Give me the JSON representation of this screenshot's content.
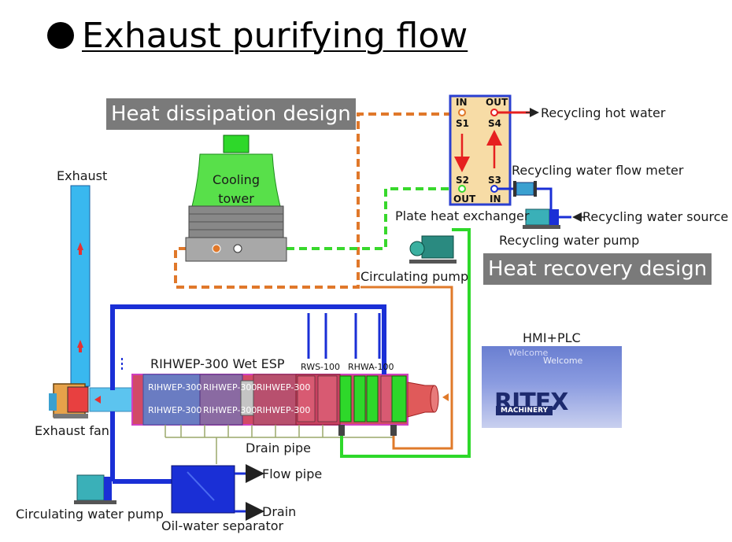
{
  "title": "Exhaust purifying flow",
  "banners": {
    "heat_dissipation": "Heat dissipation design",
    "heat_recovery": "Heat recovery design"
  },
  "labels": {
    "exhaust": "Exhaust",
    "exhaust_fan": "Exhaust fan",
    "cooling_tower": "Cooling tower",
    "circulating_pump": "Circulating pump",
    "plate_heat_exchanger": "Plate heat exchanger",
    "recycling_hot_water": "Recycling hot water",
    "recycling_water_flow_meter": "Recycling water flow meter",
    "recycling_water_source": "Recycling water source",
    "recycling_water_pump": "Recycling water pump",
    "hmi_plc": "HMI+PLC",
    "wet_esp": "RIHWEP-300 Wet ESP",
    "rws": "RWS-100",
    "rhwa": "RHWA-100",
    "drain_pipe": "Drain pipe",
    "flow_pipe": "Flow pipe",
    "drain": "Drain",
    "circulating_water_pump": "Circulating water pump",
    "oil_water_separator": "Oil-water separator"
  },
  "heat_exchanger": {
    "in_top": "IN",
    "out_top": "OUT",
    "s1": "S1",
    "s4": "S4",
    "s2": "S2",
    "s3": "S3",
    "out_bottom": "OUT",
    "in_bottom": "IN"
  },
  "esp_modules": [
    "RIHWEP-300",
    "RIHWEP-300",
    "RIHWEP-300",
    "RIHWEP-300",
    "RIHWEP-300",
    "RIHWEP-300"
  ],
  "hmi_screen": {
    "welcome_1": "Welcome",
    "welcome_2": "Welcome",
    "logo": "RITEX",
    "machinery": "MACHINERY"
  },
  "colors": {
    "blue_pipe": "#1a2fd6",
    "exhaust_stack": "#39b8ef",
    "orange_dashed": "#e0782a",
    "green_dashed": "#38d82c",
    "green_pipe": "#2ed82a",
    "orange_pipe": "#e07a2a",
    "red_arrow": "#e62020",
    "hx_fill": "#f7dca6",
    "hx_border": "#2a3fd0",
    "banner": "#7a7a7a"
  }
}
